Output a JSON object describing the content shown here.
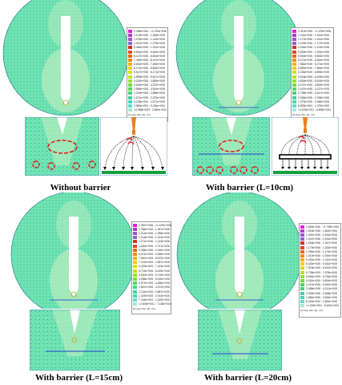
{
  "captions": [
    "Without barrier",
    "With barrier (L=10cm)",
    "With barrier (L=15cm)",
    "With barrier (L=20cm)"
  ],
  "legends": [
    {
      "entries": [
        "1.266e+006 : >1.076e+006",
        "1.143e+006 : 1.266e+006",
        "1.078e+006 : 1.143e+006",
        "1.012e+006 : 1.078e+006",
        "9.462e+005 : 1.012e+006",
        "8.804e+005 : 9.462e+005",
        "8.147e+005 : 8.804e+005",
        "7.490e+005 : 8.147e+005",
        "6.832e+005 : 7.490e+005",
        "6.174e+005 : 6.832e+005",
        "5.517e+005 : 6.174e+005",
        "4.859e+005 : 5.517e+005",
        "4.202e+005 : 4.859e+005",
        "3.544e+005 : 4.202e+005",
        "2.886e+005 : 3.544e+005",
        "2.229e+005 : 2.886e+005",
        "1.571e+005 : 2.229e+005",
        "9.136e+004 : 1.571e+005",
        "2.560e+004 : 9.136e+004",
        "<4.988e+004 : 2.560e+004"
      ],
      "footer": "Density Plot: |E|, V/m"
    },
    {
      "entries": [
        "1.310e+006 : >1.379e+006",
        "1.241e+006 : 1.310e+006",
        "1.172e+006 : 1.241e+006",
        "1.103e+006 : 1.172e+006",
        "1.034e+006 : 1.103e+006",
        "9.653e+005 : 1.034e+006",
        "8.963e+005 : 9.653e+005",
        "8.274e+005 : 8.963e+005",
        "7.584e+005 : 8.274e+005",
        "6.895e+005 : 7.584e+005",
        "6.205e+005 : 6.895e+005",
        "5.516e+005 : 6.205e+005",
        "4.826e+005 : 5.516e+005",
        "4.137e+005 : 4.826e+005",
        "3.447e+005 : 4.137e+005",
        "2.758e+005 : 3.447e+005",
        "2.068e+005 : 2.758e+005",
        "1.379e+005 : 2.068e+005",
        "6.895e+004 : 1.379e+005",
        "<3.326e+001 : 6.895e+004"
      ],
      "footer": "Density Plot: |E|, V/m"
    },
    {
      "entries": [
        "1.357e+006 : >1.429e+006",
        "1.286e+006 : 1.357e+006",
        "1.214e+006 : 1.286e+006",
        "1.143e+006 : 1.214e+006",
        "1.071e+006 : 1.143e+006",
        "1.000e+006 : 1.071e+006",
        "9.286e+005 : 1.000e+006",
        "8.572e+005 : 9.286e+005",
        "7.857e+005 : 8.572e+005",
        "7.143e+005 : 7.857e+005",
        "6.429e+005 : 7.143e+005",
        "5.715e+005 : 6.429e+005",
        "5.000e+005 : 5.715e+005",
        "4.286e+005 : 5.000e+005",
        "3.572e+005 : 4.286e+005",
        "2.857e+005 : 3.572e+005",
        "2.143e+005 : 2.857e+005",
        "1.429e+005 : 2.143e+005",
        "7.145e+004 : 1.429e+005",
        "<1.600e+001 : 7.145e+004"
      ],
      "footer": "Density Plot: |E|, V/m"
    },
    {
      "entries": [
        "1.600e+006 : >1.768e+006",
        "1.516e+006 : 1.600e+006",
        "1.431e+006 : 1.516e+006",
        "1.347e+006 : 1.431e+006",
        "1.263e+006 : 1.347e+006",
        "1.179e+006 : 1.263e+006",
        "1.094e+006 : 1.179e+006",
        "1.010e+006 : 1.094e+006",
        "9.262e+005 : 1.010e+006",
        "8.420e+005 : 9.262e+005",
        "7.578e+005 : 8.420e+005",
        "6.736e+005 : 7.578e+005",
        "5.894e+005 : 6.736e+005",
        "5.052e+005 : 5.894e+005",
        "4.210e+005 : 5.052e+005",
        "3.368e+005 : 4.210e+005",
        "2.526e+005 : 3.368e+005",
        "1.684e+005 : 2.526e+005",
        "8.420e+004 : 1.684e+005",
        "<1.300e+001 : 8.420e+004"
      ],
      "footer": "Density Plot: |E|, V/m"
    }
  ],
  "colors": {
    "field_bg": "#6fe3b4",
    "field_dark": "#37d08f",
    "field_light": "#b4ecbe",
    "mesh_dot": "#1f8f6a",
    "electrode": "#ffffff",
    "barrier": "#3a5fcd",
    "ground": "#14a03c",
    "nozzle": "#e8801e",
    "highlight": "#e02020"
  },
  "legend_swatch_colors": [
    "#e020e0",
    "#b43cc8",
    "#a050d0",
    "#8c64d8",
    "#d0302c",
    "#e04a24",
    "#e8681c",
    "#f08c10",
    "#f4b008",
    "#f0d010",
    "#dcdc18",
    "#bce020",
    "#98e02c",
    "#70dc40",
    "#50d858",
    "#44d47a",
    "#44d09c",
    "#48d4b8",
    "#60dcc8",
    "#a0e8d8"
  ]
}
